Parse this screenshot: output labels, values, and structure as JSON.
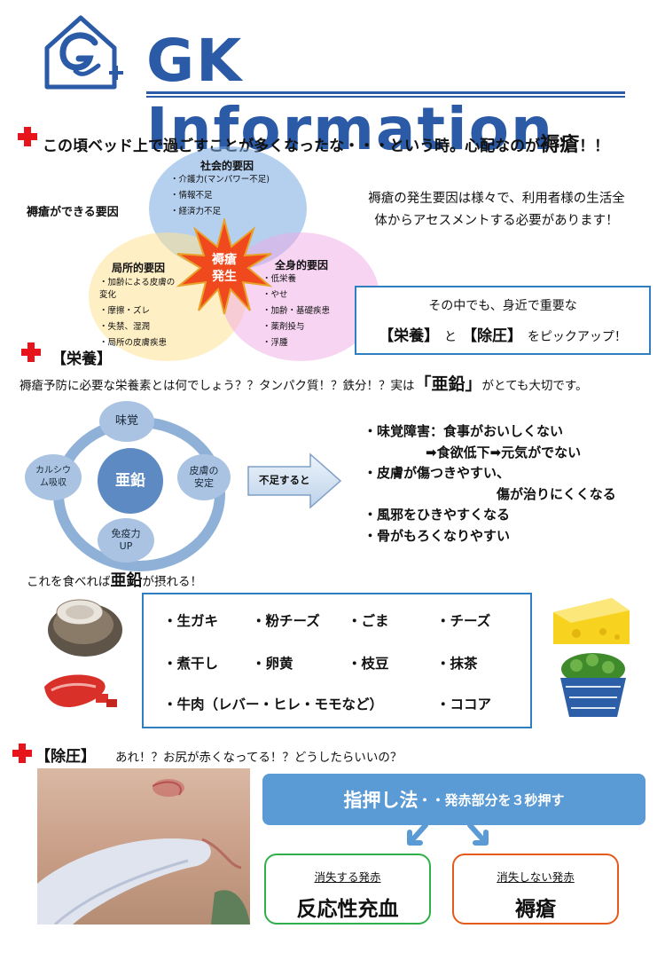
{
  "header": {
    "title": "GK Information"
  },
  "intro": {
    "headline_prefix": "この頃ベッド上で過ごすことが多くなったな・・・という時。心配なのが",
    "headline_word": "褥瘡",
    "headline_suffix": "！！"
  },
  "causes": {
    "label": "褥瘡ができる要因",
    "center_line1": "褥瘡",
    "center_line2": "発生",
    "social": {
      "title": "社会的要因",
      "items": [
        "・介護力(マンパワー不足)",
        "・情報不足",
        "・経済力不足"
      ]
    },
    "local": {
      "title": "局所的要因",
      "items": [
        "・加齢による皮膚の",
        "変化",
        "・摩擦・ズレ",
        "・失禁、湿潤",
        "・局所の皮膚疾患"
      ]
    },
    "systemic": {
      "title": "全身的要因",
      "items": [
        "・低栄養",
        "・やせ",
        "・加齢・基礎疾患",
        "・薬剤投与",
        "・浮腫"
      ]
    },
    "explain_line1": "褥瘡の発生要因は様々で、利用者様の生活全",
    "explain_line2": "体からアセスメントする必要があります！"
  },
  "pickup": {
    "line1": "その中でも、身近で重要な",
    "item1": "【栄養】",
    "and": "と",
    "item2": "【除圧】",
    "suffix": "をピックアップ！"
  },
  "nutrition": {
    "label": "【栄養】",
    "intro_prefix": "褥瘡予防に必要な栄養素とは何でしょう？？タンパク質！？鉄分！？実は",
    "intro_zinc": "「亜鉛」",
    "intro_suffix": "がとても大切です。",
    "center": "亜鉛",
    "taste": "味覚",
    "skin_line1": "皮膚の",
    "skin_line2": "安定",
    "calcium_line1": "カルシウ",
    "calcium_line2": "ム吸収",
    "immune_line1": "免疫力",
    "immune_line2": "UP",
    "lack": "不足すると",
    "effects": [
      "・味覚障害：食事がおいしくない",
      "➡食欲低下➡元気がでない",
      "・皮膚が傷つきやすい、",
      "傷が治りにくくなる",
      "・風邪をひきやすくなる",
      "・骨がもろくなりやすい"
    ],
    "eat_prefix": "これを食べれば",
    "eat_zinc": "亜鉛",
    "eat_suffix": "が摂れる！",
    "foods": [
      "・生ガキ",
      "・粉チーズ",
      "・ごま",
      "・チーズ",
      "・煮干し",
      "・卵黄",
      "・枝豆",
      "・抹茶",
      "・牛肉（レバー・ヒレ・モモなど）",
      "・ココア"
    ]
  },
  "pressure": {
    "label": "【除圧】",
    "question": "あれ！？お尻が赤くなってる！？どうしたらいいの？",
    "method": "指押し法",
    "method_desc": "・・発赤部分を３秒押す",
    "left_caption": "消失する発赤",
    "left_value": "反応性充血",
    "right_caption": "消失しない発赤",
    "right_value": "褥瘡"
  }
}
